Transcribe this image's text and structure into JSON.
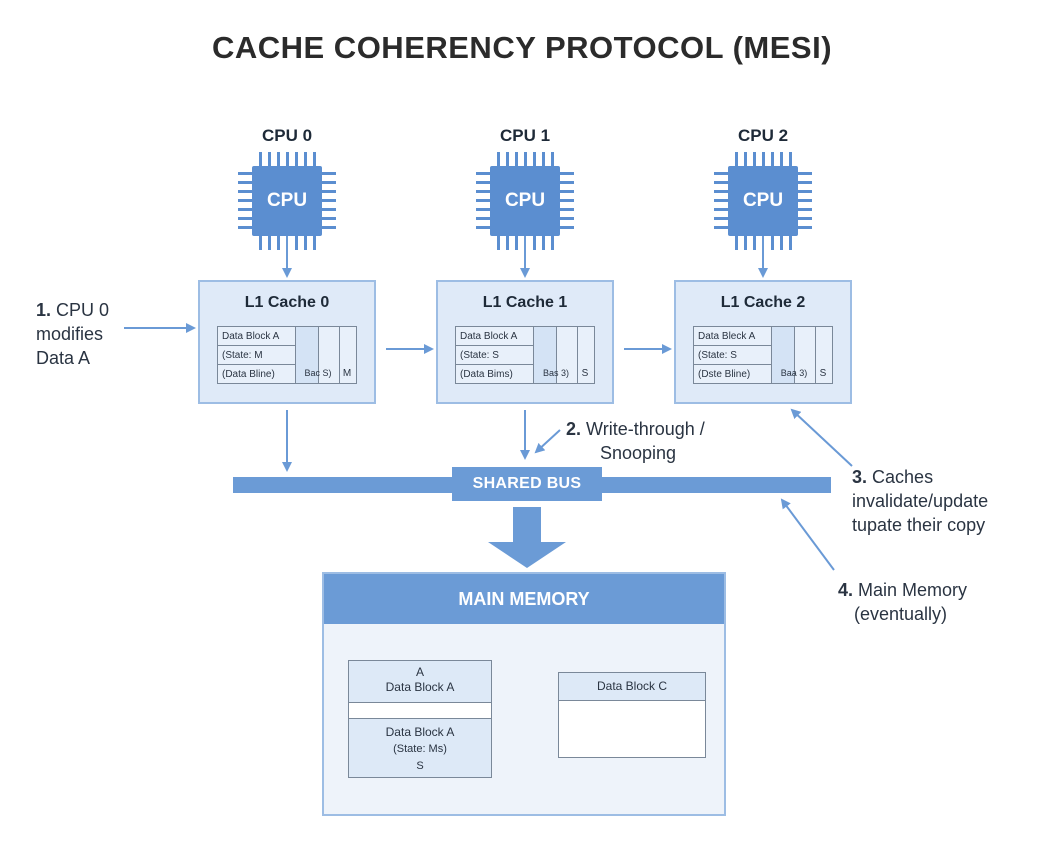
{
  "title": "CACHE COHERENCY PROTOCOL (MESI)",
  "cpus": [
    {
      "label": "CPU 0",
      "chip_text": "CPU"
    },
    {
      "label": "CPU 1",
      "chip_text": "CPU"
    },
    {
      "label": "CPU 2",
      "chip_text": "CPU"
    }
  ],
  "caches": [
    {
      "title": "L1 Cache 0",
      "row1": "Data Block A",
      "row2": "(State: M",
      "row3": "(Data Bline)",
      "col_b_value": "Bac S)",
      "state": "M"
    },
    {
      "title": "L1 Cache 1",
      "row1": "Data Block A",
      "row2": "(State: S",
      "row3": "(Data Bims)",
      "col_b_value": "Bas 3)",
      "state": "S"
    },
    {
      "title": "L1 Cache 2",
      "row1": "Data Bleck A",
      "row2": "(State: S",
      "row3": "(Dste Bline)",
      "col_b_value": "Baa 3)",
      "state": "S"
    }
  ],
  "bus": {
    "label": "SHARED BUS"
  },
  "steps": [
    {
      "num": "1.",
      "lines": [
        "CPU 0",
        "modifies",
        "Data A"
      ]
    },
    {
      "num": "2.",
      "lines": [
        "Write-through /",
        "Snooping"
      ]
    },
    {
      "num": "3.",
      "lines": [
        "Caches",
        "invalidate/update",
        "tupate their copy"
      ]
    },
    {
      "num": "4.",
      "lines": [
        "Main Memory",
        "(eventually)"
      ]
    }
  ],
  "memory": {
    "title": "MAIN MEMORY",
    "block_left": {
      "top_a": "A",
      "top_label": "Data Block A",
      "bottom_label": "Data Block A",
      "bottom_state": "(State: Ms)",
      "bottom_s": "S"
    },
    "block_right": {
      "label": "Data Block C"
    }
  },
  "colors": {
    "accent": "#6b9bd6",
    "chip": "#5b8ed0",
    "cache_fill": "#dfeaf8",
    "cache_border": "#9dbde4",
    "arrow": "#6a9ad6"
  },
  "icons": [
    "cpu-chip-icon"
  ]
}
